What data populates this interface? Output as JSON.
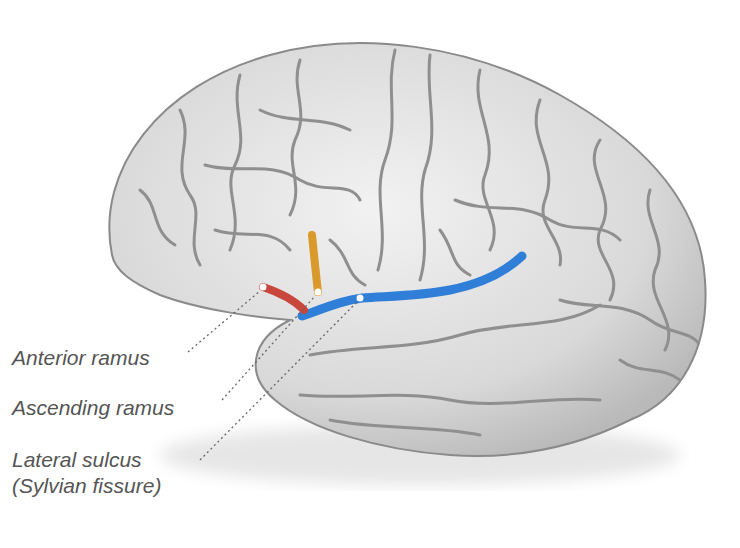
{
  "diagram": {
    "labels": [
      "Anterior ramus",
      "Ascending ramus",
      "Lateral sulcus (Sylvian fissure)"
    ]
  }
}
